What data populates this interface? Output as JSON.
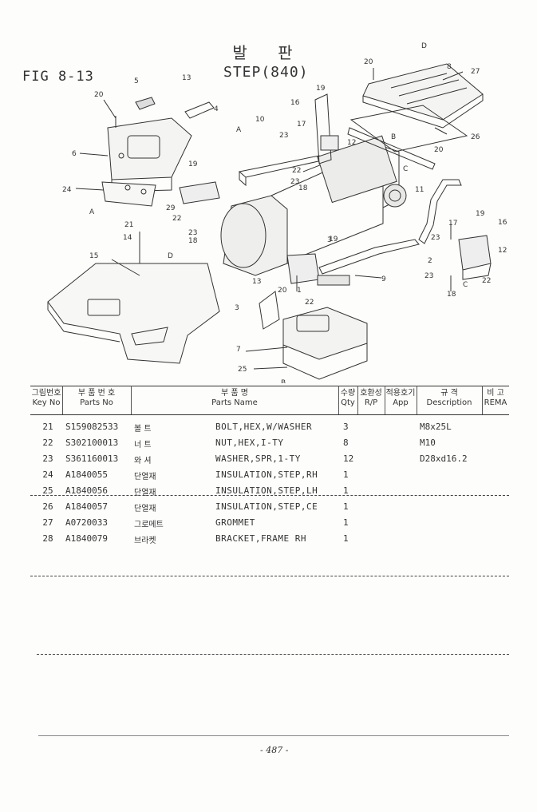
{
  "figure": {
    "label": "FIG 8-13",
    "title_ko": "발 판",
    "title_en": "STEP(840)"
  },
  "callouts": [
    "5",
    "13",
    "4",
    "20",
    "6",
    "24",
    "A",
    "19",
    "29",
    "22",
    "23",
    "18",
    "21",
    "14",
    "15",
    "D",
    "10",
    "A",
    "16",
    "17",
    "23",
    "22",
    "23",
    "18",
    "12",
    "B",
    "C",
    "11",
    "19",
    "3",
    "13",
    "20",
    "1",
    "22",
    "19",
    "9",
    "7",
    "25",
    "B",
    "20",
    "D",
    "8",
    "27",
    "26",
    "20",
    "17",
    "19",
    "16",
    "12",
    "23",
    "2",
    "23",
    "C",
    "22",
    "18",
    "3",
    "19"
  ],
  "table": {
    "headers": {
      "key_ko": "그림번호",
      "key_en": "Key No",
      "part_ko": "부 품 번 호",
      "part_en": "Parts No",
      "name_ko": "부 품 명",
      "name_en": "Parts Name",
      "qty_ko": "수량",
      "qty_en": "Qty",
      "rp_ko": "호환성",
      "rp_en": "R/P",
      "app_ko": "적용호기",
      "app_en": "App",
      "spec_ko": "규 격",
      "spec_en": "Description",
      "remark_ko": "비 고",
      "remark_en": "REMA"
    },
    "rows": [
      {
        "key": "21",
        "part_no": "S159082533",
        "name_ko": "볼 트",
        "name": "BOLT,HEX,W/WASHER",
        "qty": "3",
        "spec": "M8x25L"
      },
      {
        "key": "22",
        "part_no": "S302100013",
        "name_ko": "너 트",
        "name": "NUT,HEX,I-TY",
        "qty": "8",
        "spec": "M10"
      },
      {
        "key": "23",
        "part_no": "S361160013",
        "name_ko": "와 셔",
        "name": "WASHER,SPR,1-TY",
        "qty": "12",
        "spec": "D28xd16.2"
      },
      {
        "key": "24",
        "part_no": "A1840055",
        "name_ko": "단열재",
        "name": "INSULATION,STEP,RH",
        "qty": "1",
        "spec": ""
      },
      {
        "key": "25",
        "part_no": "A1840056",
        "name_ko": "단열재",
        "name": "INSULATION,STEP,LH",
        "qty": "1",
        "spec": ""
      },
      {
        "key": "26",
        "part_no": "A1840057",
        "name_ko": "단열재",
        "name": "INSULATION,STEP,CE",
        "qty": "1",
        "spec": ""
      },
      {
        "key": "27",
        "part_no": "A0720033",
        "name_ko": "그로메트",
        "name": "GROMMET",
        "qty": "1",
        "spec": ""
      },
      {
        "key": "28",
        "part_no": "A1840079",
        "name_ko": "브라켓",
        "name": "BRACKET,FRAME RH",
        "qty": "1",
        "spec": ""
      }
    ]
  },
  "page_number": "- 487 -",
  "colors": {
    "ink": "#222222",
    "paper": "#fdfdfb",
    "ghost": "#cfcfcf"
  }
}
